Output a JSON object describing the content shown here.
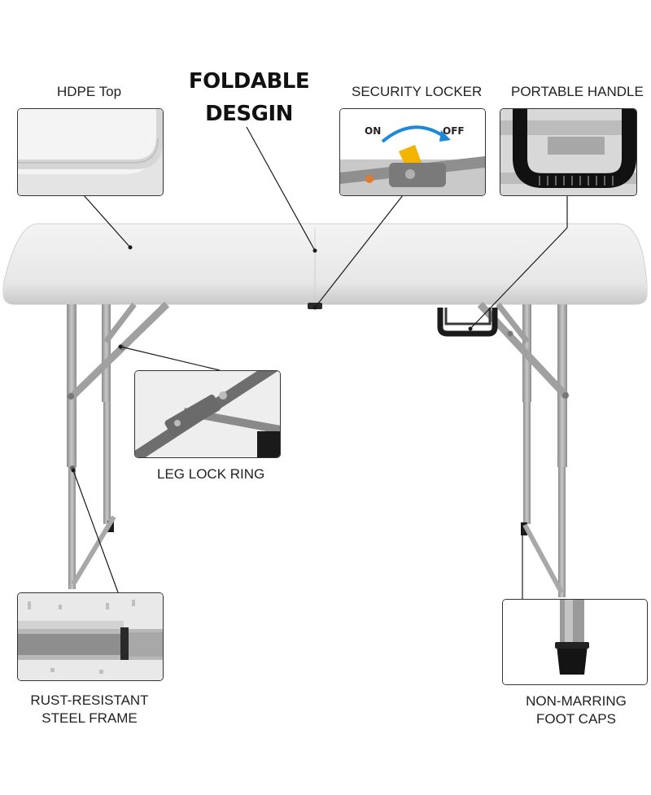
{
  "callouts": {
    "hdpe_top": "HDPE Top",
    "foldable_line1": "FOLDABLE",
    "foldable_line2": "DESGIN",
    "security_locker": "SECURITY LOCKER",
    "portable_handle": "PORTABLE HANDLE",
    "leg_lock_ring": "LEG LOCK RING",
    "rust_line1": "RUST-RESISTANT",
    "rust_line2": "STEEL FRAME",
    "foot_line1": "NON-MARRING",
    "foot_line2": "FOOT CAPS"
  },
  "locker_inset": {
    "on": "ON",
    "off": "OFF"
  },
  "colors": {
    "table_top": "#ececec",
    "frame_steel": "#9a9a9a",
    "lock_lever": "#f2b400",
    "arrow_blue": "#1e88d8",
    "inset_border": "#333333"
  }
}
